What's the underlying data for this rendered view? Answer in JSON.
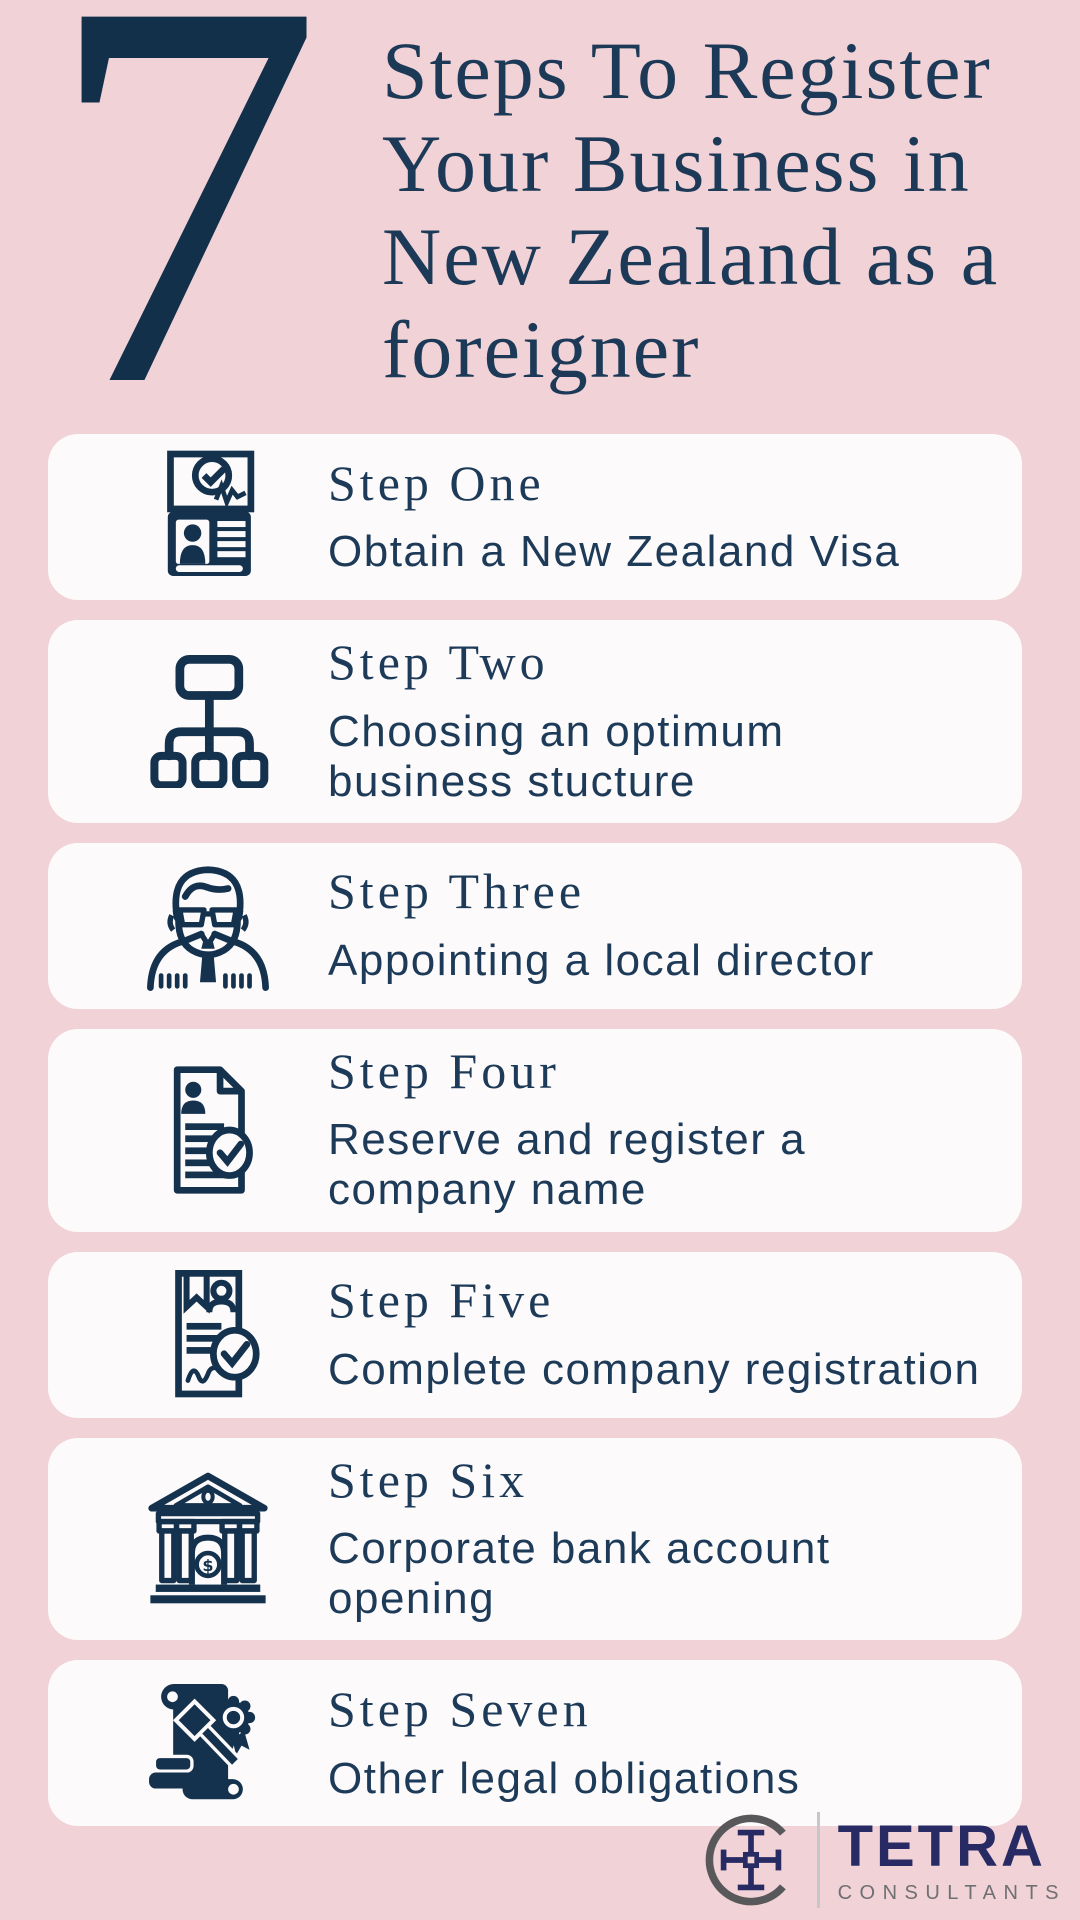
{
  "colors": {
    "background_pink": "#f1d2d6",
    "card_white": "#fdfafb",
    "icon_navy": "#14324e",
    "text_navy": "#1d3b58",
    "logo_navy": "#272a63",
    "logo_circle_gray": "#58585a",
    "consultants_gray": "#6f7073"
  },
  "header": {
    "number": "7",
    "title_lines": [
      "Steps To Register",
      "Your Business in",
      "New Zealand as a",
      "foreigner"
    ]
  },
  "steps": [
    {
      "title": "Step One",
      "description": "Obtain a New Zealand Visa",
      "icon": "visa-passport-icon"
    },
    {
      "title": "Step Two",
      "description": "Choosing an optimum business stucture",
      "icon": "org-chart-icon"
    },
    {
      "title": "Step Three",
      "description": "Appointing a local director",
      "icon": "director-person-icon"
    },
    {
      "title": "Step Four",
      "description": "Reserve and register a company name",
      "icon": "document-check-icon"
    },
    {
      "title": "Step Five",
      "description": "Complete company registration",
      "icon": "certificate-check-icon"
    },
    {
      "title": "Step Six",
      "description": "Corporate bank account opening",
      "icon": "bank-building-icon"
    },
    {
      "title": "Step Seven",
      "description": "Other legal obligations",
      "icon": "legal-gavel-icon"
    }
  ],
  "footer": {
    "brand": "TETRA",
    "brand_sub": "CONSULTANTS"
  }
}
